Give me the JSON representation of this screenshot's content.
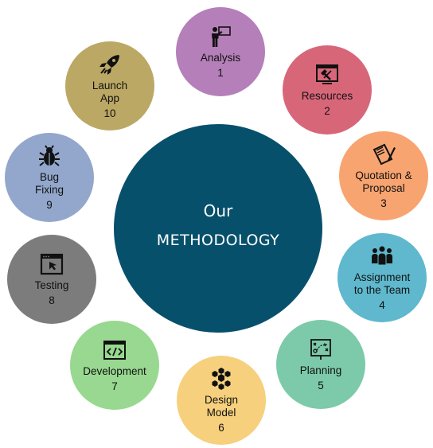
{
  "center": {
    "line1": "Our",
    "line2": "METHODOLOGY"
  },
  "steps": [
    {
      "label": "Analysis",
      "number": "1",
      "color": "#b57fb9",
      "icon": "presenter-icon"
    },
    {
      "label": "Resources",
      "number": "2",
      "color": "#d86679",
      "icon": "tools-icon"
    },
    {
      "label": "Quotation &\nProposal",
      "number": "3",
      "color": "#f7a470",
      "icon": "document-pen-icon"
    },
    {
      "label": "Assignment\nto the Team",
      "number": "4",
      "color": "#5fb8cd",
      "icon": "team-icon"
    },
    {
      "label": "Planning",
      "number": "5",
      "color": "#7ccaa9",
      "icon": "strategy-board-icon"
    },
    {
      "label": "Design\nModel",
      "number": "6",
      "color": "#f6d07c",
      "icon": "hexagon-cluster-icon"
    },
    {
      "label": "Development",
      "number": "7",
      "color": "#98d890",
      "icon": "code-window-icon"
    },
    {
      "label": "Testing",
      "number": "8",
      "color": "#7c7c7c",
      "icon": "browser-cursor-icon"
    },
    {
      "label": "Bug\nFixing",
      "number": "9",
      "color": "#92a7cb",
      "icon": "bug-icon"
    },
    {
      "label": "Launch\nApp",
      "number": "10",
      "color": "#bba864",
      "icon": "rocket-icon"
    }
  ]
}
